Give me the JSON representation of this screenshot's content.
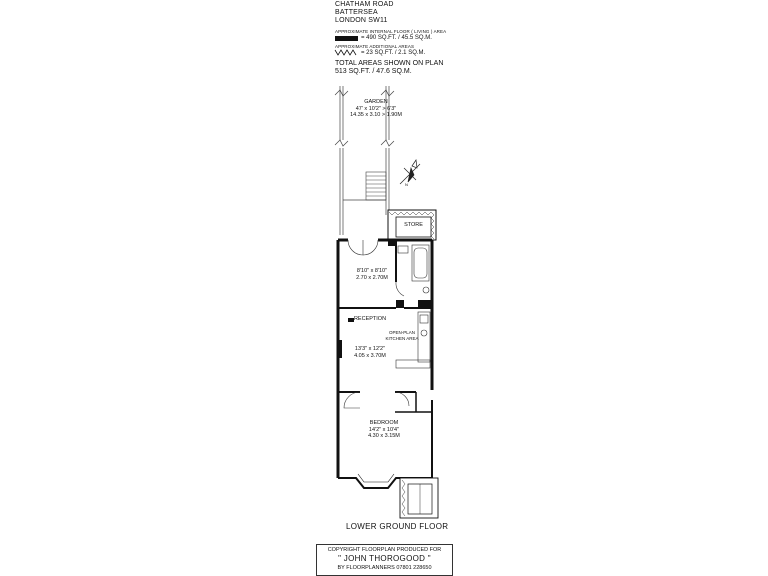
{
  "address": {
    "line1": "CHATHAM ROAD",
    "line2": "BATTERSEA",
    "line3": "LONDON SW11"
  },
  "legend": {
    "living_label": "APPROXIMATE INTERNAL FLOOR ( LIVING ) AREA",
    "living_value": "= 490 SQ.FT. / 45.5 SQ.M.",
    "additional_label": "APPROXIMATE ADDITIONAL AREAS",
    "additional_value": "= 23 SQ.FT. / 2.1 SQ.M."
  },
  "totals": {
    "line1": "TOTAL AREAS SHOWN ON PLAN",
    "line2": "513 SQ.FT. / 47.6 SQ.M."
  },
  "rooms": {
    "garden": {
      "name": "GARDEN",
      "imperial": "47' x 10'2\" > 6'3\"",
      "metric": "14.35 x 3.10 > 1.90M"
    },
    "store": {
      "name": "STORE"
    },
    "room1": {
      "imperial": "8'10\" x 8'10\"",
      "metric": "2.70 x 2.70M"
    },
    "reception": {
      "name": "RECEPTION",
      "imperial": "13'3\" x 12'2\"",
      "metric": "4.05 x 3.70M"
    },
    "kitchen": {
      "line1": "OPEN-PLAN",
      "line2": "KITCHEN AREA"
    },
    "bedroom": {
      "name": "BEDROOM",
      "imperial": "14'2\" x 10'4\"",
      "metric": "4.30 x 3.15M"
    }
  },
  "compass": {
    "label": "N"
  },
  "floor_label": "LOWER GROUND FLOOR",
  "copyright": {
    "line1": "COPYRIGHT FLOORPLAN PRODUCED FOR",
    "line2": "\" JOHN THOROGOOD \"",
    "line3": "BY FLOORPLANNERS 07801 228650"
  }
}
